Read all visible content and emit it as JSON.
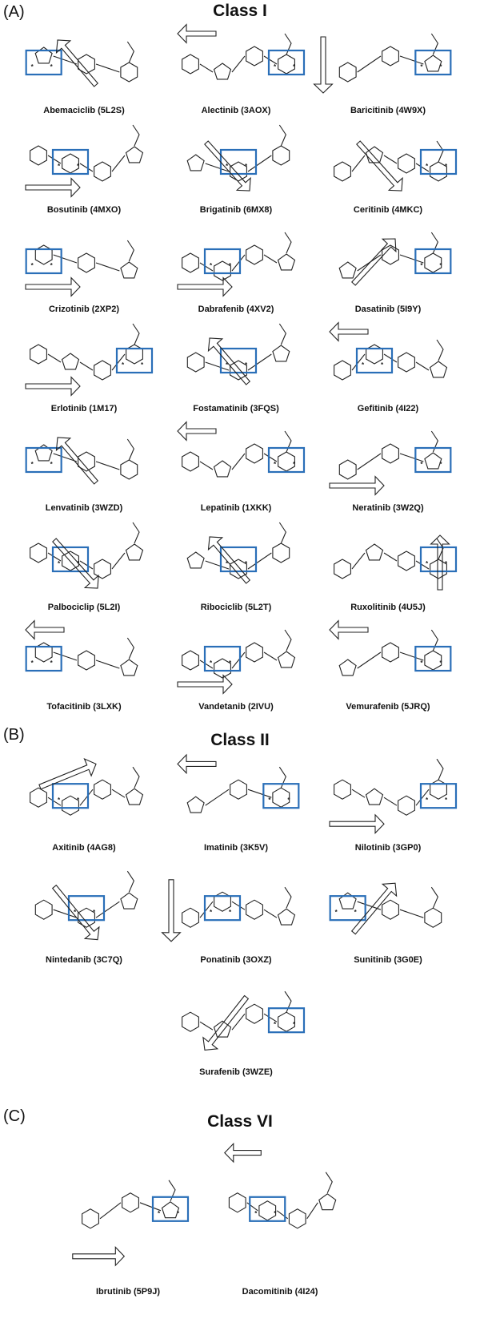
{
  "panels": [
    {
      "label": "(A)",
      "title": "Class I",
      "drugs": [
        {
          "name": "Abemaciclib (5L2S)",
          "arrow": "diag-up-left"
        },
        {
          "name": "Alectinib (3AOX)",
          "arrow": "left"
        },
        {
          "name": "Baricitinib (4W9X)",
          "arrow": "down"
        },
        {
          "name": "Bosutinib (4MXO)",
          "arrow": "right"
        },
        {
          "name": "Brigatinib (6MX8)",
          "arrow": "diag-down-right"
        },
        {
          "name": "Ceritinib (4MKC)",
          "arrow": "diag-down-right"
        },
        {
          "name": "Crizotinib (2XP2)",
          "arrow": "right"
        },
        {
          "name": "Dabrafenib (4XV2)",
          "arrow": "right"
        },
        {
          "name": "Dasatinib (5I9Y)",
          "arrow": "diag-up-right"
        },
        {
          "name": "Erlotinib (1M17)",
          "arrow": "right"
        },
        {
          "name": "Fostamatinib (3FQS)",
          "arrow": "diag-up-left"
        },
        {
          "name": "Gefitinib (4I22)",
          "arrow": "left"
        },
        {
          "name": "Lenvatinib (3WZD)",
          "arrow": "diag-up-left"
        },
        {
          "name": "Lepatinib (1XKK)",
          "arrow": "left"
        },
        {
          "name": "Neratinib (3W2Q)",
          "arrow": "right"
        },
        {
          "name": "Palbociclip (5L2I)",
          "arrow": "diag-down-right"
        },
        {
          "name": "Ribociclib (5L2T)",
          "arrow": "diag-up-left"
        },
        {
          "name": "Ruxolitinib (4U5J)",
          "arrow": "up"
        },
        {
          "name": "Tofacitinib (3LXK)",
          "arrow": "left"
        },
        {
          "name": "Vandetanib (2IVU)",
          "arrow": "right"
        },
        {
          "name": "Vemurafenib (5JRQ)",
          "arrow": "left"
        }
      ]
    },
    {
      "label": "(B)",
      "title": "Class II",
      "drugs": [
        {
          "name": "Axitinib (4AG8)",
          "arrow": "right-up"
        },
        {
          "name": "Imatinib (3K5V)",
          "arrow": "left"
        },
        {
          "name": "Nilotinib (3GP0)",
          "arrow": "right"
        },
        {
          "name": "Nintedanib (3C7Q)",
          "arrow": "diag-down-right"
        },
        {
          "name": "Ponatinib (3OXZ)",
          "arrow": "down"
        },
        {
          "name": "Sunitinib (3G0E)",
          "arrow": "diag-up-right"
        },
        {
          "name": "Surafenib (3WZE)",
          "arrow": "diag-down-left"
        }
      ]
    },
    {
      "label": "(C)",
      "title": "Class VI",
      "drugs": [
        {
          "name": "Ibrutinib (5P9J)",
          "arrow": "right"
        },
        {
          "name": "Dacomitinib (4I24)",
          "arrow": "left"
        }
      ]
    }
  ],
  "colors": {
    "arrow": "#e21d1d",
    "highlight_box": "#2a6fb8",
    "structure": "#222222",
    "star": "#e21d1d"
  },
  "star_glyph": "*"
}
